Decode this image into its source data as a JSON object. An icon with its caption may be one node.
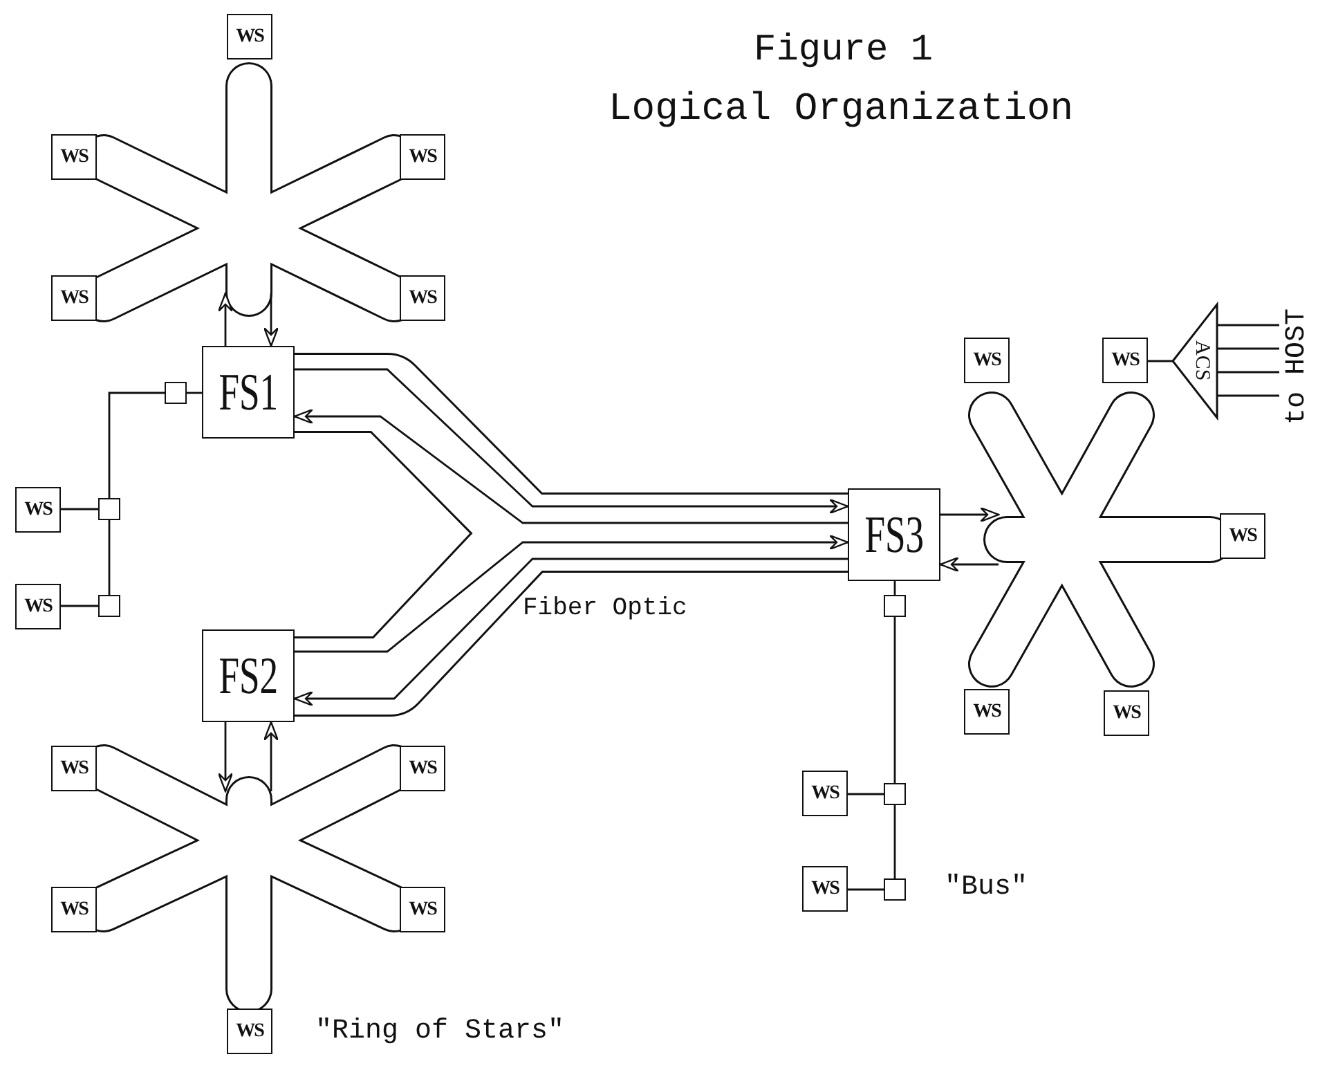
{
  "diagram": {
    "title": "Figure 1",
    "nodes": [
      {
        "text": [],
        "shape": "star"
      },
      {
        "text": [
          "WS"
        ]
      },
      {
        "text": [
          "WS"
        ]
      },
      {
        "text": [
          "WS"
        ]
      },
      {
        "text": [
          "WS"
        ]
      },
      {
        "text": [
          "WS"
        ]
      },
      {
        "text": [
          "FS1"
        ]
      },
      {
        "text": [],
        "shape": "box"
      },
      {
        "text": [
          "WS"
        ]
      },
      {
        "text": [],
        "shape": "box"
      },
      {
        "text": [
          "WS"
        ]
      },
      {
        "text": [],
        "shape": "box"
      },
      {
        "text": [
          "FS2"
        ]
      },
      {
        "text": [],
        "shape": "star"
      },
      {
        "text": [
          "WS"
        ]
      },
      {
        "text": [
          "WS"
        ]
      },
      {
        "text": [
          "WS"
        ]
      },
      {
        "text": [
          "WS"
        ]
      },
      {
        "text": [
          "WS"
        ]
      },
      {
        "text": [
          "FS3"
        ]
      },
      {
        "text": [],
        "shape": "star"
      },
      {
        "text": [
          "WS"
        ]
      },
      {
        "text": [
          "WS"
        ]
      },
      {
        "text": [
          "ACS"
        ]
      },
      {
        "text": [
          "to HOST"
        ]
      },
      {
        "text": [
          "WS"
        ]
      },
      {
        "text": [
          "WS"
        ]
      },
      {
        "text": [
          "WS"
        ]
      },
      {
        "text": [],
        "shape": "box"
      },
      {
        "text": [
          "WS"
        ]
      },
      {
        "text": [],
        "shape": "box"
      },
      {
        "text": [
          "WS"
        ]
      },
      {
        "text": [],
        "shape": "box"
      }
    ],
    "edges": [
      {
        "from": 6,
        "to": 0,
        "arrow": "to"
      },
      {
        "from": 0,
        "to": 6,
        "arrow": "to"
      },
      {
        "from": 6,
        "to": 7,
        "arrow": "none"
      },
      {
        "from": 7,
        "to": 9,
        "arrow": "none"
      },
      {
        "from": 9,
        "to": 11,
        "arrow": "none"
      },
      {
        "from": 8,
        "to": 9,
        "arrow": "none"
      },
      {
        "from": 10,
        "to": 11,
        "arrow": "none"
      },
      {
        "from": 6,
        "to": 19,
        "arrow": "to"
      },
      {
        "from": 19,
        "to": 6,
        "arrow": "to"
      },
      {
        "from": 12,
        "to": 19,
        "arrow": "to"
      },
      {
        "from": 19,
        "to": 12,
        "arrow": "to"
      },
      {
        "from": 12,
        "to": 13,
        "arrow": "to"
      },
      {
        "from": 13,
        "to": 12,
        "arrow": "to"
      },
      {
        "from": 19,
        "to": 20,
        "arrow": "to"
      },
      {
        "from": 20,
        "to": 19,
        "arrow": "to"
      },
      {
        "from": 22,
        "to": 23,
        "arrow": "none"
      },
      {
        "from": 23,
        "to": 24,
        "arrow": "none"
      },
      {
        "from": 23,
        "to": 24,
        "arrow": "none"
      },
      {
        "from": 23,
        "to": 24,
        "arrow": "none"
      },
      {
        "from": 23,
        "to": 24,
        "arrow": "none"
      },
      {
        "from": 19,
        "to": 28,
        "arrow": "none"
      },
      {
        "from": 28,
        "to": 30,
        "arrow": "none"
      },
      {
        "from": 30,
        "to": 32,
        "arrow": "none"
      },
      {
        "from": 29,
        "to": 30,
        "arrow": "none"
      },
      {
        "from": 31,
        "to": 32,
        "arrow": "none"
      }
    ],
    "labels": [
      "Logical Organization",
      "Fiber Optic",
      "\"Bus\"",
      "\"Ring of Stars\""
    ]
  }
}
